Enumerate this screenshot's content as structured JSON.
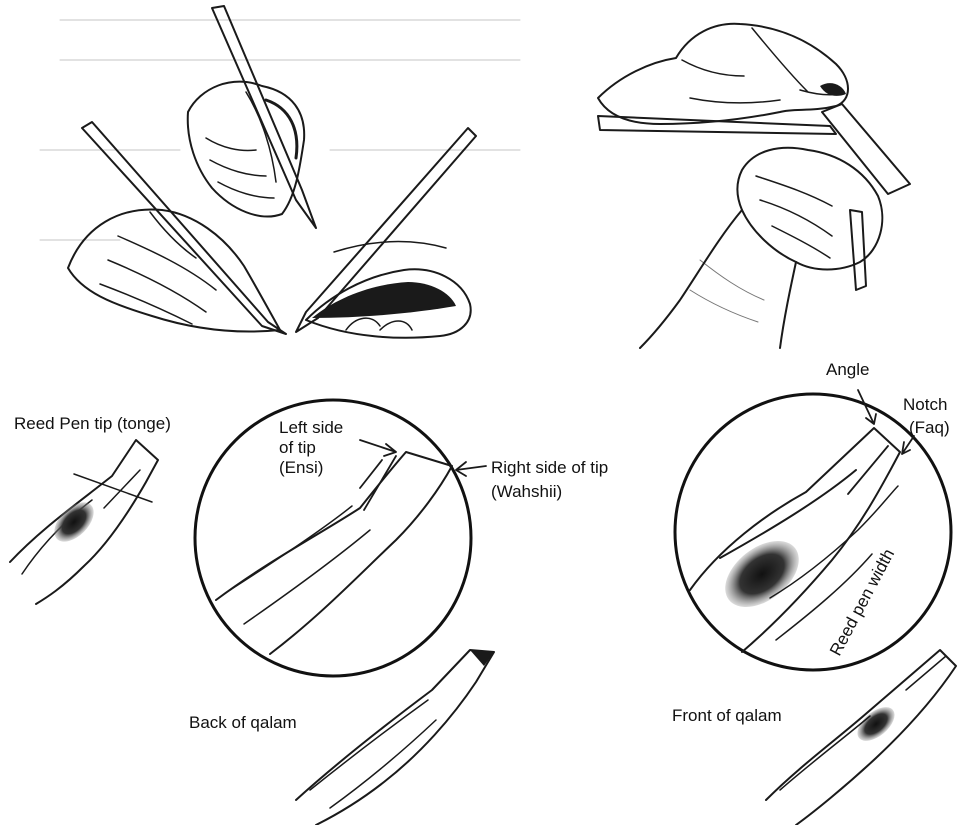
{
  "labels": {
    "reed_pen_tip": "Reed Pen tip (tonge)",
    "left_side_line1": "Left side",
    "left_side_line2": "of tip",
    "left_side_line3": "(Ensi)",
    "right_side_line1": "Right side of tip",
    "right_side_line2": "(Wahshii)",
    "angle": "Angle",
    "notch_line1": "Notch",
    "notch_line2": "(Faq)",
    "reed_pen_width": "Reed pen width",
    "back_of_qalam": "Back of qalam",
    "front_of_qalam": "Front of qalam"
  }
}
